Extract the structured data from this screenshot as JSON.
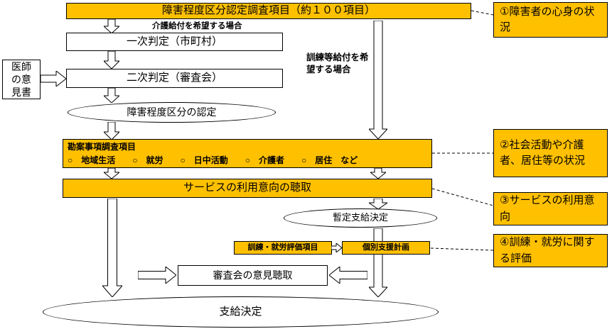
{
  "colors": {
    "box_yellow": "#FFC000",
    "box_border": "#000000",
    "background": "#FFFFFF"
  },
  "nodes": {
    "survey_items": "障害程度区分認定調査項目（約１００項目）",
    "care_benefit_note": "介護給付を希望する場合",
    "primary_judgment": "一次判定（市町村）",
    "doctor_opinion": "医師の意見書",
    "secondary_judgment": "二次判定（審査会）",
    "classification_certified": "障害程度区分の認定",
    "training_benefit_note": "訓練等給付を希\n望する場合",
    "consideration_title": "勘案事項調査項目",
    "consideration_items": "○　地域生活　　○　就労　　○　日中活動　　○　介護者　　○　居住　など",
    "service_intention_hearing": "サービスの利用意向の聴取",
    "provisional_decision": "暫定支給決定",
    "training_evaluation": "訓練・就労評価項目",
    "individual_support_plan": "個別支援計画",
    "review_board_hearing": "審査会の意見聴取",
    "grant_decision": "支給決定"
  },
  "annotations": [
    {
      "label": "①障害者の心身の状況"
    },
    {
      "label": "②社会活動や介護者、居住等の状況"
    },
    {
      "label": "③サービスの利用意向"
    },
    {
      "label": "④訓練・就労に関する評価"
    }
  ]
}
